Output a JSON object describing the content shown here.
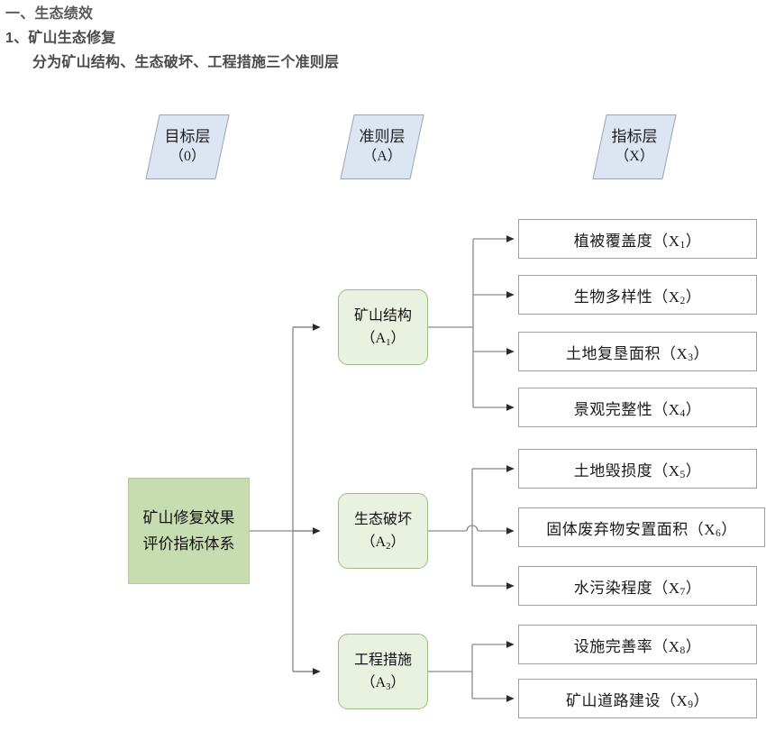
{
  "heading": {
    "line1": "一、生态绩效",
    "line2": "1、矿山生态修复",
    "line3": "分为矿山结构、生态破坏、工程措施三个准则层"
  },
  "layer_headers": [
    {
      "title": "目标层",
      "code": "（0）",
      "name": "goal-layer"
    },
    {
      "title": "准则层",
      "code": "（A）",
      "name": "criteria-layer"
    },
    {
      "title": "指标层",
      "code": "（X）",
      "name": "indicator-layer"
    }
  ],
  "goal": {
    "label": "矿山修复效果评价指标体系"
  },
  "criteria": [
    {
      "title": "矿山结构",
      "code": "A",
      "index": "1"
    },
    {
      "title": "生态破坏",
      "code": "A",
      "index": "2"
    },
    {
      "title": "工程措施",
      "code": "A",
      "index": "3"
    }
  ],
  "indicators": [
    {
      "label": "植被覆盖度（X",
      "code": "1",
      "tail": "）",
      "parent": "A1"
    },
    {
      "label": "生物多样性（X",
      "code": "2",
      "tail": "）",
      "parent": "A1"
    },
    {
      "label": "土地复垦面积（X",
      "code": "3",
      "tail": "）",
      "parent": "A1"
    },
    {
      "label": "景观完整性（X",
      "code": "4",
      "tail": "）",
      "parent": "A1"
    },
    {
      "label": "土地毁损度（X",
      "code": "5",
      "tail": "）",
      "parent": "A2"
    },
    {
      "label": "固体废弃物安置面积（X",
      "code": "6",
      "tail": "）",
      "parent": "A2"
    },
    {
      "label": "水污染程度（X",
      "code": "7",
      "tail": "）",
      "parent": "A2"
    },
    {
      "label": "设施完善率（X",
      "code": "8",
      "tail": "）",
      "parent": "A3"
    },
    {
      "label": "矿山道路建设（X",
      "code": "9",
      "tail": "）",
      "parent": "A3"
    }
  ],
  "colors": {
    "header_fill": "#dce6f2",
    "header_stroke": "#9aa5b1",
    "goal_fill": "#c7dcb0",
    "criteria_fill": "#e9f1e1",
    "criteria_stroke": "#9dbb84",
    "indicator_stroke": "#9e9e9e",
    "connector": "#808080",
    "heading_text": "#595959"
  }
}
